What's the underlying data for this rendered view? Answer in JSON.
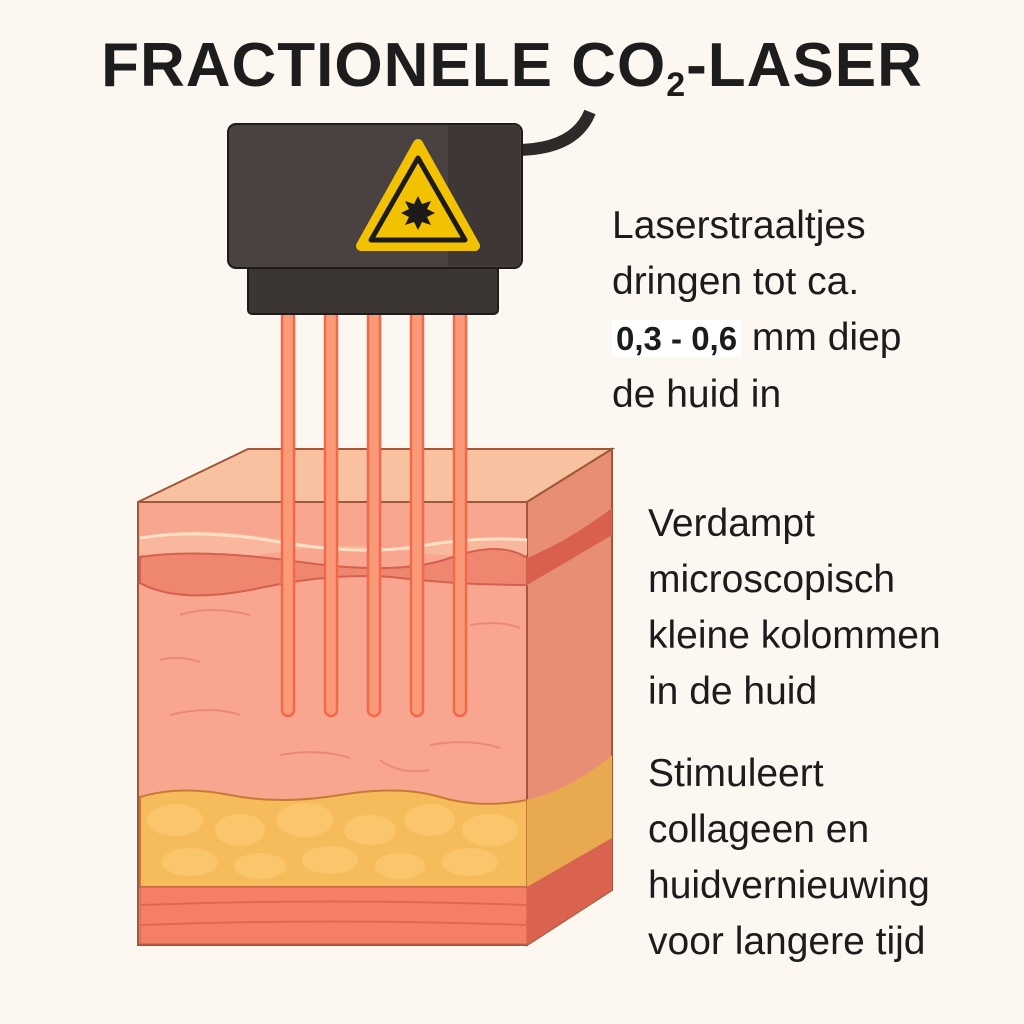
{
  "title": {
    "main": "FRACTIONELE CO",
    "sub": "2",
    "suffix": "-LASER"
  },
  "device": {
    "icon": "laser-warning-icon",
    "warning_color": "#f2c200",
    "body_color": "#3f3836"
  },
  "laser_beam_count": 5,
  "captions": {
    "depth": {
      "line1": "Laserstraaltjes",
      "line2": "dringen tot ca.",
      "value": "0,3 - 0,6",
      "unit_text": "mm diep",
      "line4": "de huid in"
    },
    "vaporize": {
      "lines": [
        "Verdampt",
        "microscopisch",
        "kleine kolommen",
        "in de huid"
      ]
    },
    "stimulate": {
      "lines": [
        "Stimuleert",
        "collageen en",
        "huidvernieuwing",
        "voor langere tijd"
      ]
    }
  }
}
